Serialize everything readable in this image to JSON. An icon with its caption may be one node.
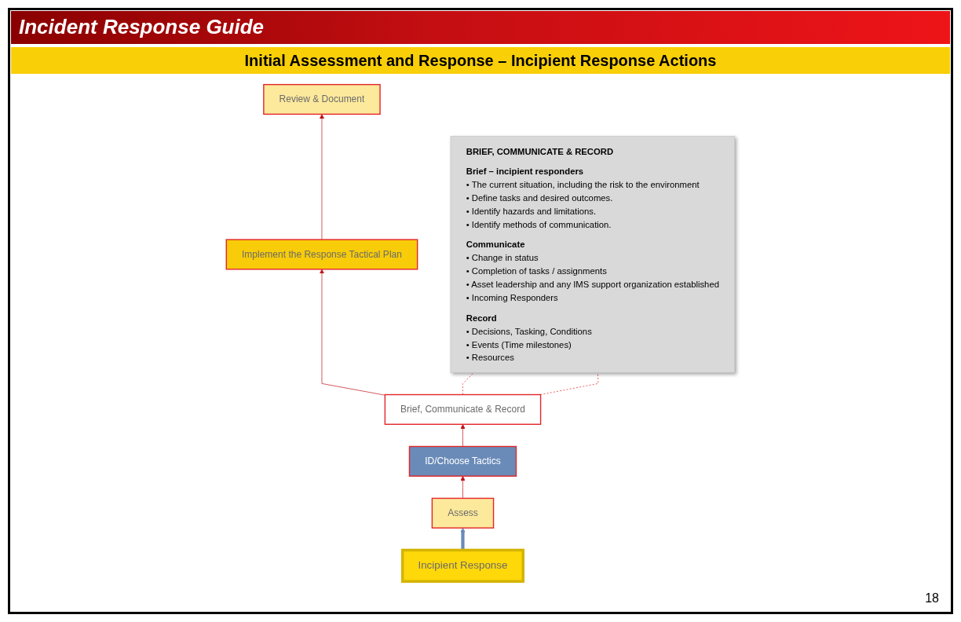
{
  "diagram": {
    "title": "Incident Response Guide",
    "nodes": [
      {
        "text": [
          "Incipient Response"
        ]
      },
      {
        "text": [
          "Review & Document"
        ]
      },
      {
        "text": [
          "Implement the Response Tactical Plan"
        ]
      },
      {
        "text": [
          "Brief, Communicate & Record"
        ]
      },
      {
        "text": [
          "ID/Choose Tactics"
        ]
      },
      {
        "text": [
          "Assess"
        ]
      },
      {
        "text": [
          "BRIEF, COMMUNICATE & RECORD",
          "Brief – incipient responders",
          "• The current situation, including the risk to the environment",
          "• Define tasks and desired outcomes.",
          "• Identify hazards and limitations.",
          "• Identify methods of communication.",
          "Communicate",
          "• Change in status",
          "• Completion of tasks / assignments",
          "• Asset leadership and any IMS support organization established",
          "• Incoming Responders",
          "Record",
          "• Decisions, Tasking, Conditions",
          "• Events (Time milestones)",
          "• Resources"
        ]
      }
    ],
    "edges": [
      {
        "from": 0,
        "to": 5,
        "arrow": "to",
        "style": "thick",
        "color": "#6a8bb8"
      },
      {
        "from": 5,
        "to": 4,
        "arrow": "to"
      },
      {
        "from": 4,
        "to": 3,
        "arrow": "to"
      },
      {
        "from": 3,
        "to": 2,
        "arrow": "to"
      },
      {
        "from": 2,
        "to": 1,
        "arrow": "to"
      },
      {
        "from": 3,
        "to": 6,
        "arrow": "none",
        "style": "dashed",
        "color": "#e3262b"
      },
      {
        "from": 3,
        "to": 6,
        "arrow": "none",
        "style": "dashed",
        "color": "#e3262b"
      }
    ],
    "labels": [
      "Initial Assessment and Response – Incipient Response Actions",
      "18"
    ]
  }
}
